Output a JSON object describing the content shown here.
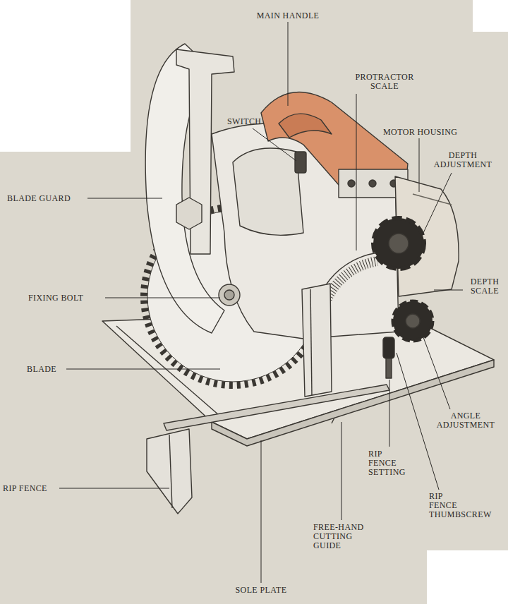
{
  "diagram": {
    "labels": [
      "MAIN HANDLE",
      "PROTRACTOR SCALE",
      "SWITCH",
      "MOTOR HOUSING",
      "DEPTH ADJUSTMENT",
      "BLADE GUARD",
      "DEPTH SCALE",
      "FIXING BOLT",
      "BLADE",
      "ANGLE ADJUSTMENT",
      "RIP FENCE SETTING",
      "RIP FENCE THUMBSCREW",
      "RIP FENCE",
      "FREE-HAND CUTTING GUIDE",
      "SOLE PLATE"
    ]
  }
}
